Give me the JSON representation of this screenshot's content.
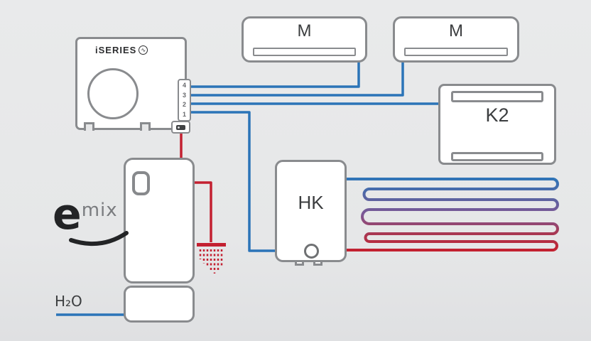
{
  "colors": {
    "background": "#e6e7e8",
    "outline_gray": "#898b8e",
    "blue_pipe": "#2b74b8",
    "red_pipe": "#c32031",
    "text_dark": "#3b3d3f",
    "coil_stops": [
      "#2e75b8",
      "#5d63a0",
      "#7d5795",
      "#a43c59",
      "#c4202e"
    ]
  },
  "outdoor_unit": {
    "brand": "iSERIES",
    "badge_icon": "∿",
    "terminals": [
      "4",
      "3",
      "2",
      "1"
    ]
  },
  "indoor_unit_1": {
    "label": "M"
  },
  "indoor_unit_2": {
    "label": "M"
  },
  "console_unit": {
    "label": "K2"
  },
  "hydro_module": {
    "label": "HK"
  },
  "tank_logo": {
    "e": "e",
    "mix": "mix"
  },
  "water_supply": {
    "label": "H₂O"
  }
}
